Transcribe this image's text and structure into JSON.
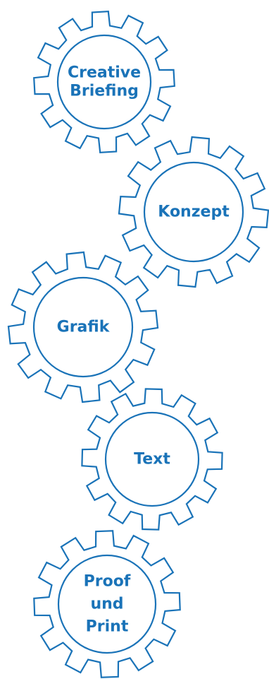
{
  "colors": {
    "gear": "#1a73b8",
    "background": "#ffffff"
  },
  "gears": [
    {
      "id": "creative-briefing",
      "lines": [
        "Creative",
        "Briefing"
      ]
    },
    {
      "id": "konzept",
      "lines": [
        "Konzept"
      ]
    },
    {
      "id": "grafik",
      "lines": [
        "Grafik"
      ]
    },
    {
      "id": "text",
      "lines": [
        "Text"
      ]
    },
    {
      "id": "proof-und-print",
      "lines": [
        "Proof",
        "und",
        "Print"
      ]
    }
  ]
}
